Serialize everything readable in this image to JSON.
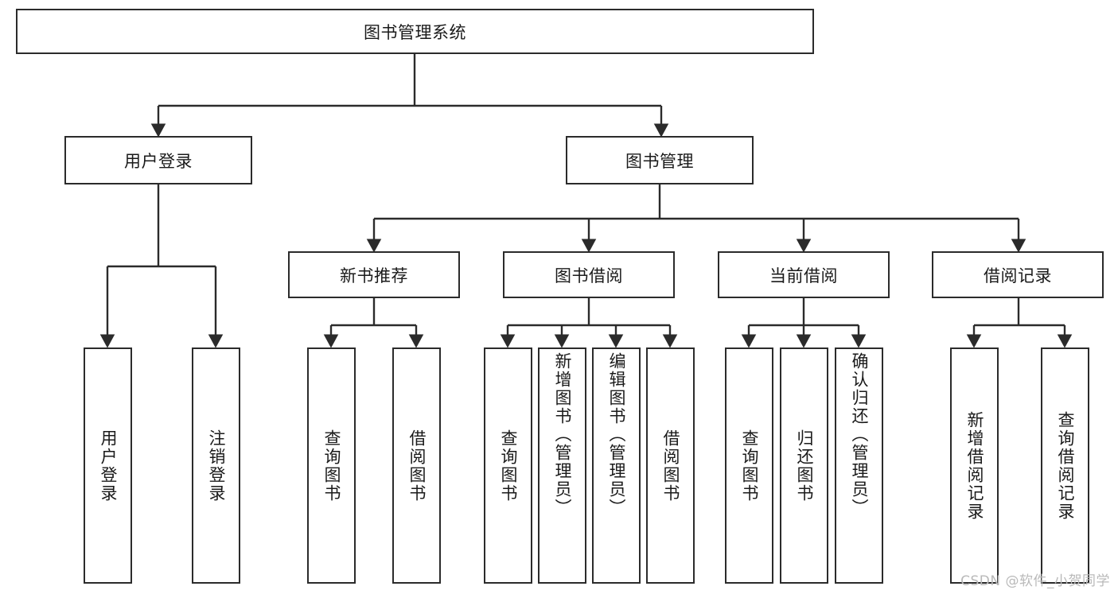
{
  "diagram": {
    "type": "tree-hierarchy",
    "title": "图书管理系统",
    "watermark": "CSDN @软件_小贺同学",
    "colors": {
      "box_border": "#2b2b2b",
      "box_fill": "#ffffff",
      "connector": "#333333",
      "text": "#1a1a1a",
      "watermark": "#b9b9b9"
    },
    "root": {
      "label": "图书管理系统"
    },
    "level2": [
      {
        "label": "用户登录"
      },
      {
        "label": "图书管理"
      }
    ],
    "level3": [
      {
        "label": "新书推荐"
      },
      {
        "label": "图书借阅"
      },
      {
        "label": "当前借阅"
      },
      {
        "label": "借阅记录"
      }
    ],
    "leaves": {
      "user_login": [
        {
          "label": "用户登录"
        },
        {
          "label": "注销登录"
        }
      ],
      "new_book": [
        {
          "label": "查询图书"
        },
        {
          "label": "借阅图书"
        }
      ],
      "book_borrow": [
        {
          "label": "查询图书"
        },
        {
          "label": "新增图书（管理员）"
        },
        {
          "label": "编辑图书（管理员）"
        },
        {
          "label": "借阅图书"
        }
      ],
      "current_borrow": [
        {
          "label": "查询图书"
        },
        {
          "label": "归还图书"
        },
        {
          "label": "确认归还（管理员）"
        }
      ],
      "borrow_record": [
        {
          "label": "新增借阅记录"
        },
        {
          "label": "查询借阅记录"
        }
      ]
    }
  }
}
